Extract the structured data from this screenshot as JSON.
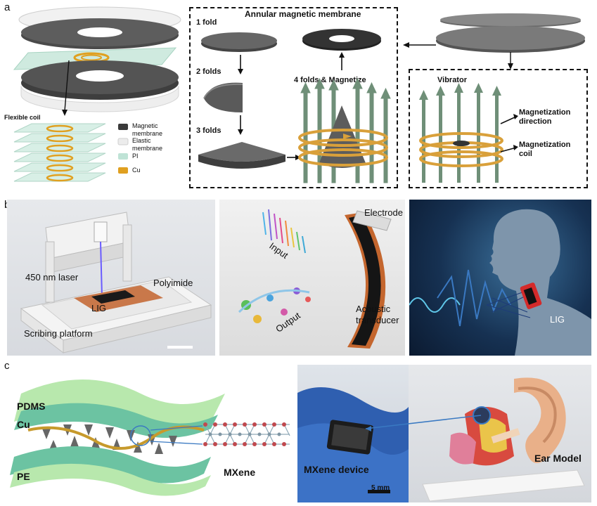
{
  "panels": {
    "a": {
      "letter": "a",
      "flexible_coil": "Flexible coil",
      "legend": [
        {
          "label": "Magnetic membrane",
          "color": "#3a3a3a"
        },
        {
          "label": "Elastic membrane",
          "color": "#e9e9e9"
        },
        {
          "label": "PI",
          "color": "#bfe3d6"
        },
        {
          "label": "Cu",
          "color": "#e0a020"
        }
      ],
      "annular_title": "Annular magnetic membrane",
      "fold1": "1 fold",
      "fold2": "2 folds",
      "fold3": "3 folds",
      "fold4": "4 folds & Magnetize",
      "vibrator": "Vibrator",
      "mag_direction": "Magnetization direction",
      "mag_coil": "Magnetization coil"
    },
    "b": {
      "letter": "b",
      "laser": "450 nm laser",
      "polyimide": "Polyimide",
      "lig": "LIG",
      "platform": "Scribing platform",
      "input": "Input",
      "output": "Output",
      "electrode": "Electrode",
      "transducer": "Acoustic transducer",
      "lig_neck": "LIG"
    },
    "c": {
      "letter": "c",
      "pdms": "PDMS",
      "cu": "Cu",
      "pe": "PE",
      "mxene": "MXene",
      "mxene_device": "MXene device",
      "scale": "5 mm",
      "ear_model": "Ear Model"
    }
  },
  "colors": {
    "magnetic": "#3a3a3a",
    "copper": "#d9a03a",
    "field_arrow": "#6f8f78",
    "pdms": "#a9dfa2",
    "mxene_atom": "#c0494e"
  }
}
